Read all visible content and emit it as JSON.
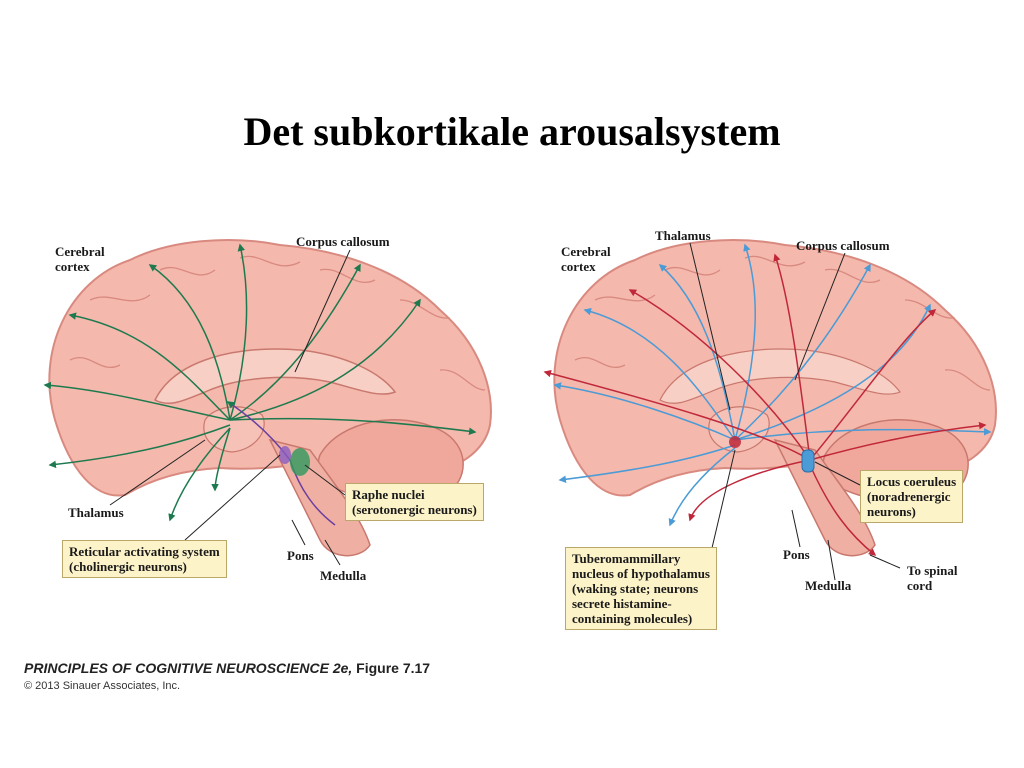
{
  "slide": {
    "title": "Det subkortikale arousalsystem"
  },
  "left_diagram": {
    "labels": {
      "cerebral_cortex": "Cerebral\ncortex",
      "corpus_callosum": "Corpus callosum",
      "thalamus": "Thalamus",
      "pons": "Pons",
      "medulla": "Medulla"
    },
    "boxes": {
      "raphe": "Raphe nuclei\n(serotonergic neurons)",
      "reticular": "Reticular activating system\n(cholinergic neurons)"
    }
  },
  "right_diagram": {
    "labels": {
      "thalamus": "Thalamus",
      "cerebral_cortex": "Cerebral\ncortex",
      "corpus_callosum": "Corpus callosum",
      "pons": "Pons",
      "medulla": "Medulla",
      "spinal_cord": "To spinal\ncord"
    },
    "boxes": {
      "locus": "Locus coeruleus\n(noradrenergic\nneurons)",
      "tuberomammillary": "Tuberomammillary\nnucleus of hypothalamus\n(waking state; neurons\nsecrete histamine-\ncontaining molecules)"
    }
  },
  "credit": {
    "book": "PRINCIPLES OF COGNITIVE NEUROSCIENCE 2e,",
    "figure": "Figure 7.17",
    "copyright": "© 2013 Sinauer Associates, Inc."
  },
  "colors": {
    "brain_fill": "#f4b8ac",
    "brain_dark": "#d98a80",
    "green_pathway": "#1e7a4e",
    "blue_pathway": "#4a9bd6",
    "red_pathway": "#c0283a",
    "label_box": "#fdf3c9"
  }
}
